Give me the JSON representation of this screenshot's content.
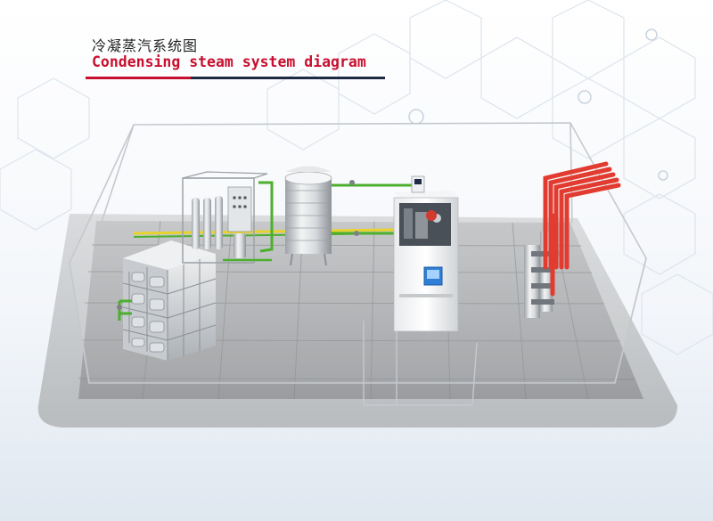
{
  "title": {
    "cn": "冷凝蒸汽系统图",
    "en": "Condensing steam system diagram"
  },
  "colors": {
    "accent_red": "#c8102e",
    "accent_dark": "#1f2a44",
    "steam_pipe": "#e23b30",
    "water_pipe": "#4caf2e",
    "yellow_line": "#e7d32b",
    "floor": "#a7a9ab",
    "glass_edge": "#bfc3c8",
    "panel_blue": "#2f7fd6"
  },
  "components": [
    {
      "name": "water-storage-tank"
    },
    {
      "name": "water-treatment-unit"
    },
    {
      "name": "softened-water-tank"
    },
    {
      "name": "condensing-steam-boiler"
    },
    {
      "name": "steam-distribution-header"
    }
  ]
}
